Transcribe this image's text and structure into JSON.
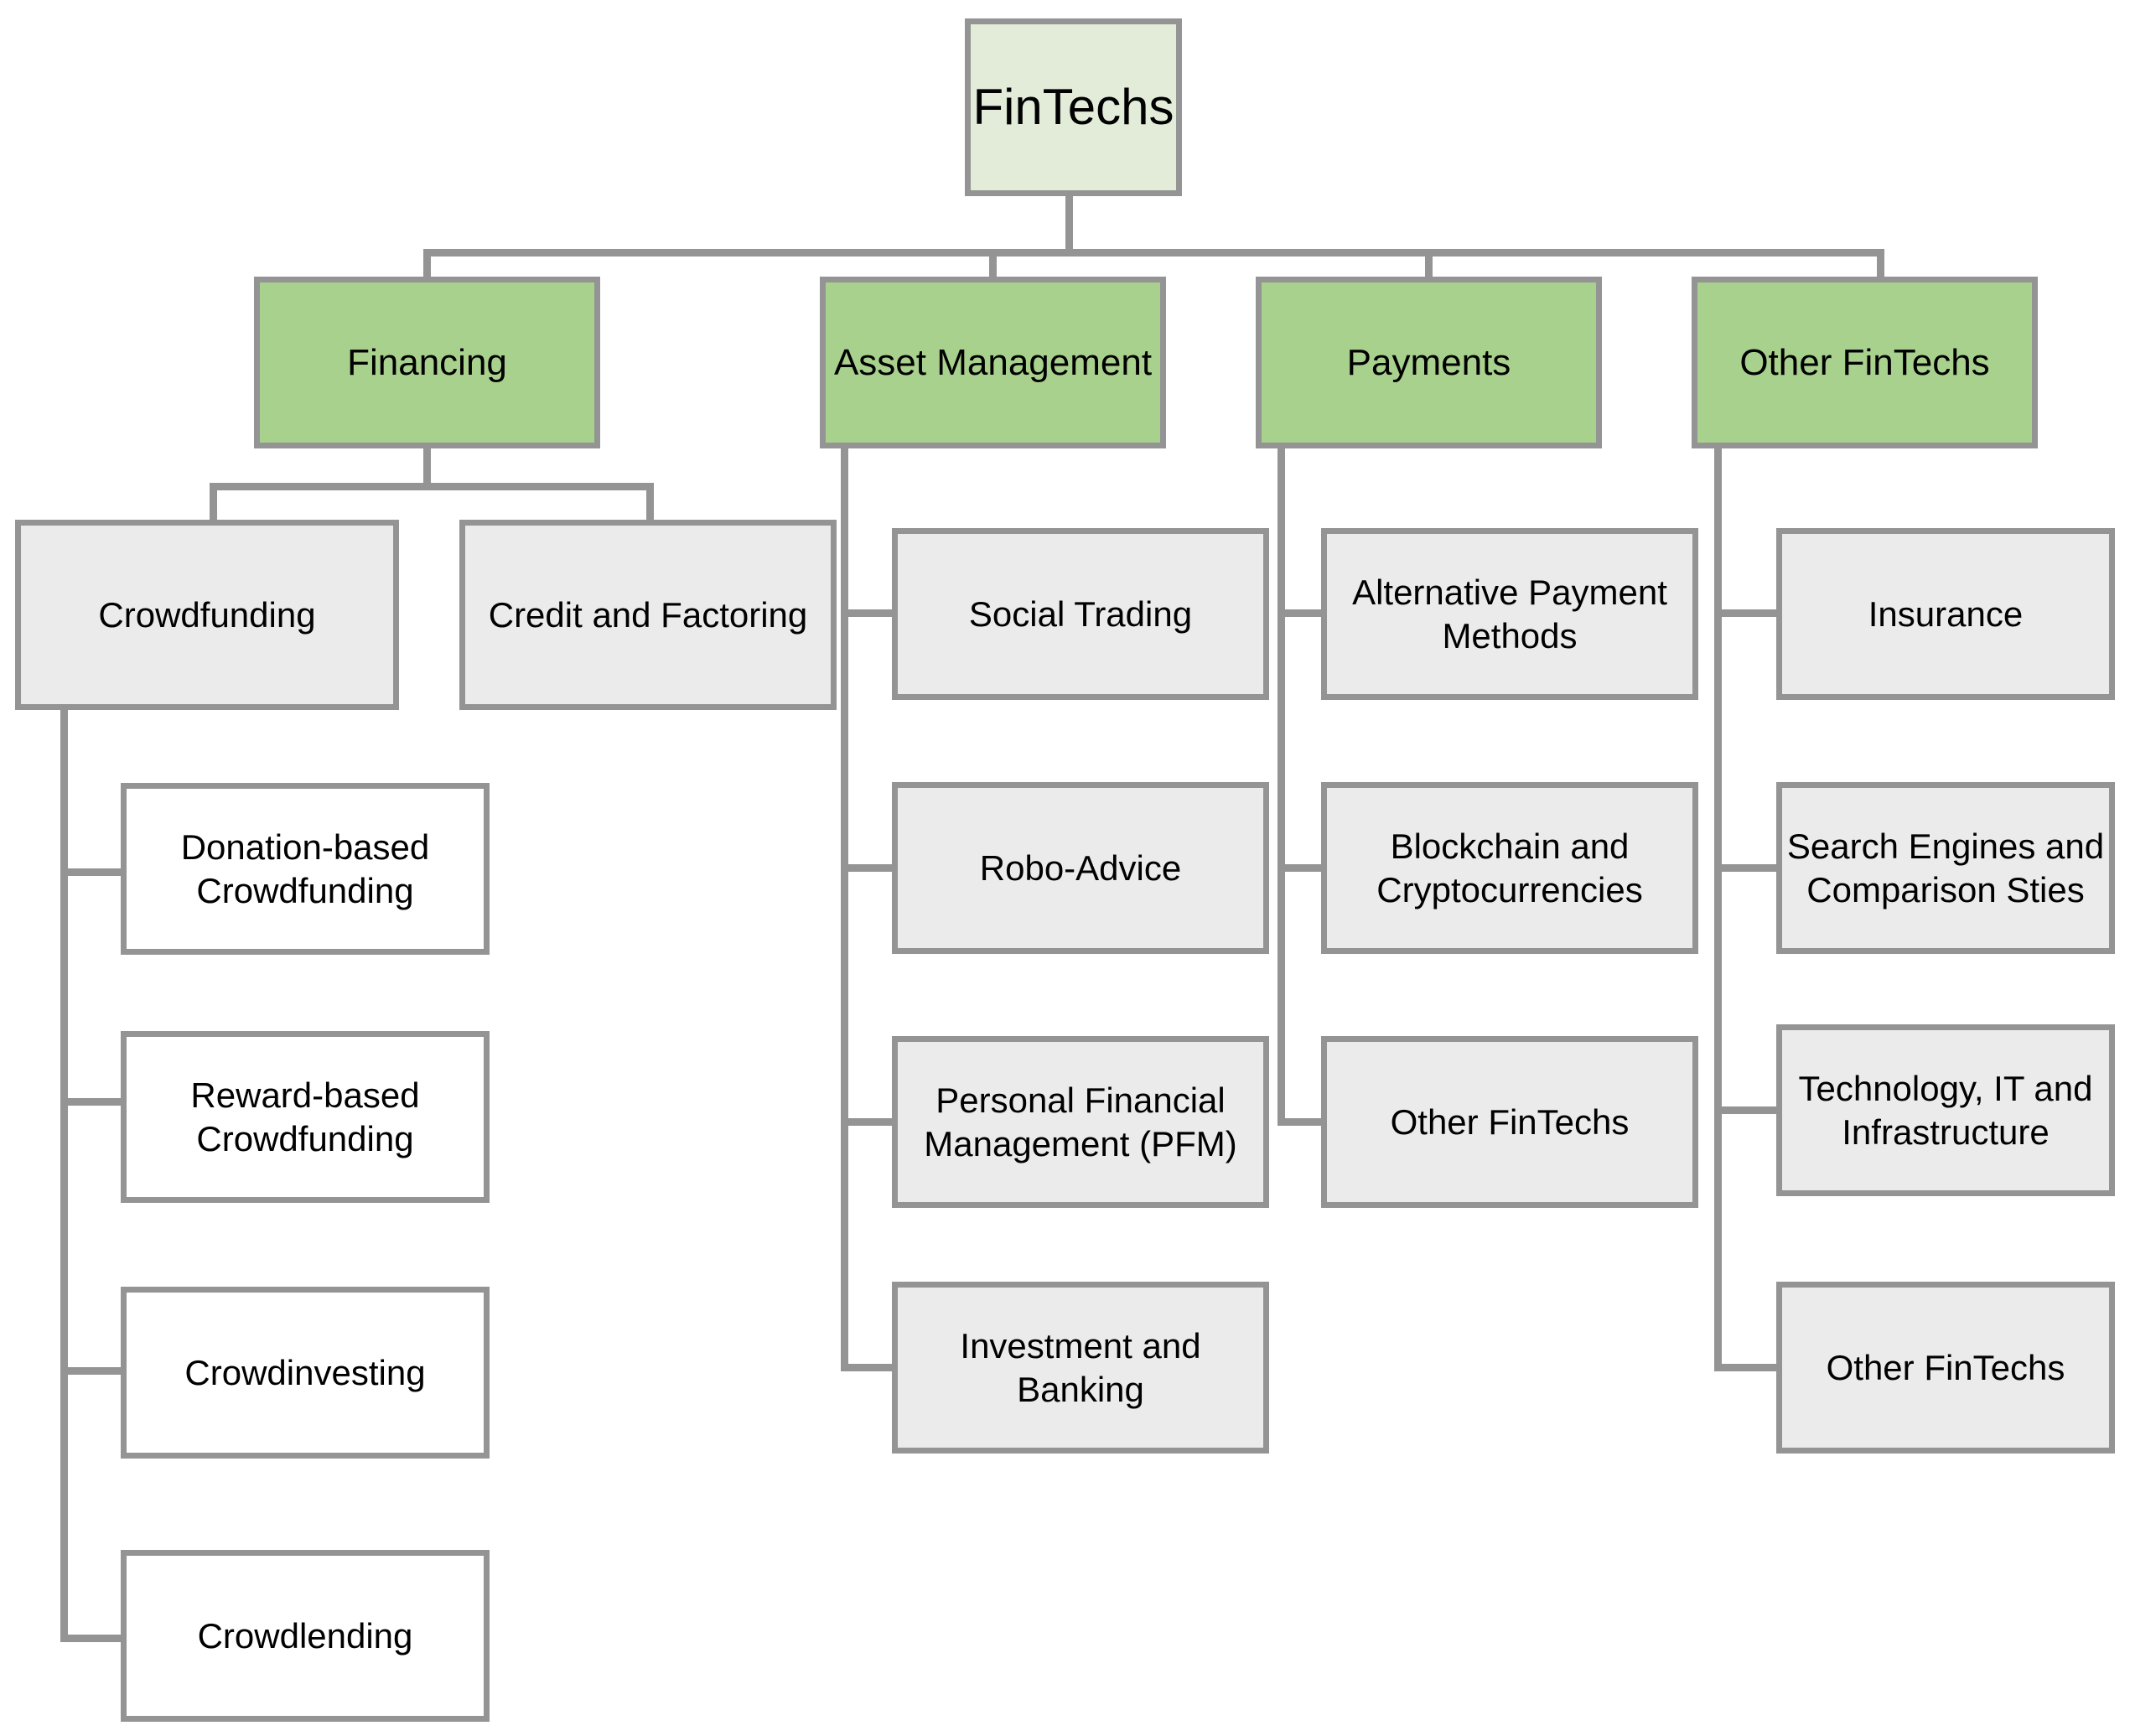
{
  "diagram": {
    "title": "FinTechs",
    "colors": {
      "root_fill": "#e2ecd9",
      "category_fill": "#a9d18e",
      "subnode_fill": "#ebebeb",
      "leaf_fill": "#ffffff",
      "border": "#949494",
      "connector": "#949494",
      "text": "#000000",
      "background": "#ffffff"
    },
    "root": {
      "label": "FinTechs"
    },
    "categories": [
      {
        "label": "Financing"
      },
      {
        "label": "Asset Management"
      },
      {
        "label": "Payments"
      },
      {
        "label": "Other FinTechs"
      }
    ],
    "financing_children": [
      {
        "label": "Crowdfunding"
      },
      {
        "label": "Credit and Factoring"
      }
    ],
    "crowdfunding_children": [
      {
        "label": "Donation-based\nCrowdfunding"
      },
      {
        "label": "Reward-based\nCrowdfunding"
      },
      {
        "label": "Crowdinvesting"
      },
      {
        "label": "Crowdlending"
      }
    ],
    "asset_management_children": [
      {
        "label": "Social Trading"
      },
      {
        "label": "Robo-Advice"
      },
      {
        "label": "Personal Financial\nManagement (PFM)"
      },
      {
        "label": "Investment and\nBanking"
      }
    ],
    "payments_children": [
      {
        "label": "Alternative Payment\nMethods"
      },
      {
        "label": "Blockchain and\nCryptocurrencies"
      },
      {
        "label": "Other FinTechs"
      }
    ],
    "other_fintechs_children": [
      {
        "label": "Insurance"
      },
      {
        "label": "Search Engines and\nComparison Sties"
      },
      {
        "label": "Technology, IT and\nInfrastructure"
      },
      {
        "label": "Other FinTechs"
      }
    ]
  }
}
